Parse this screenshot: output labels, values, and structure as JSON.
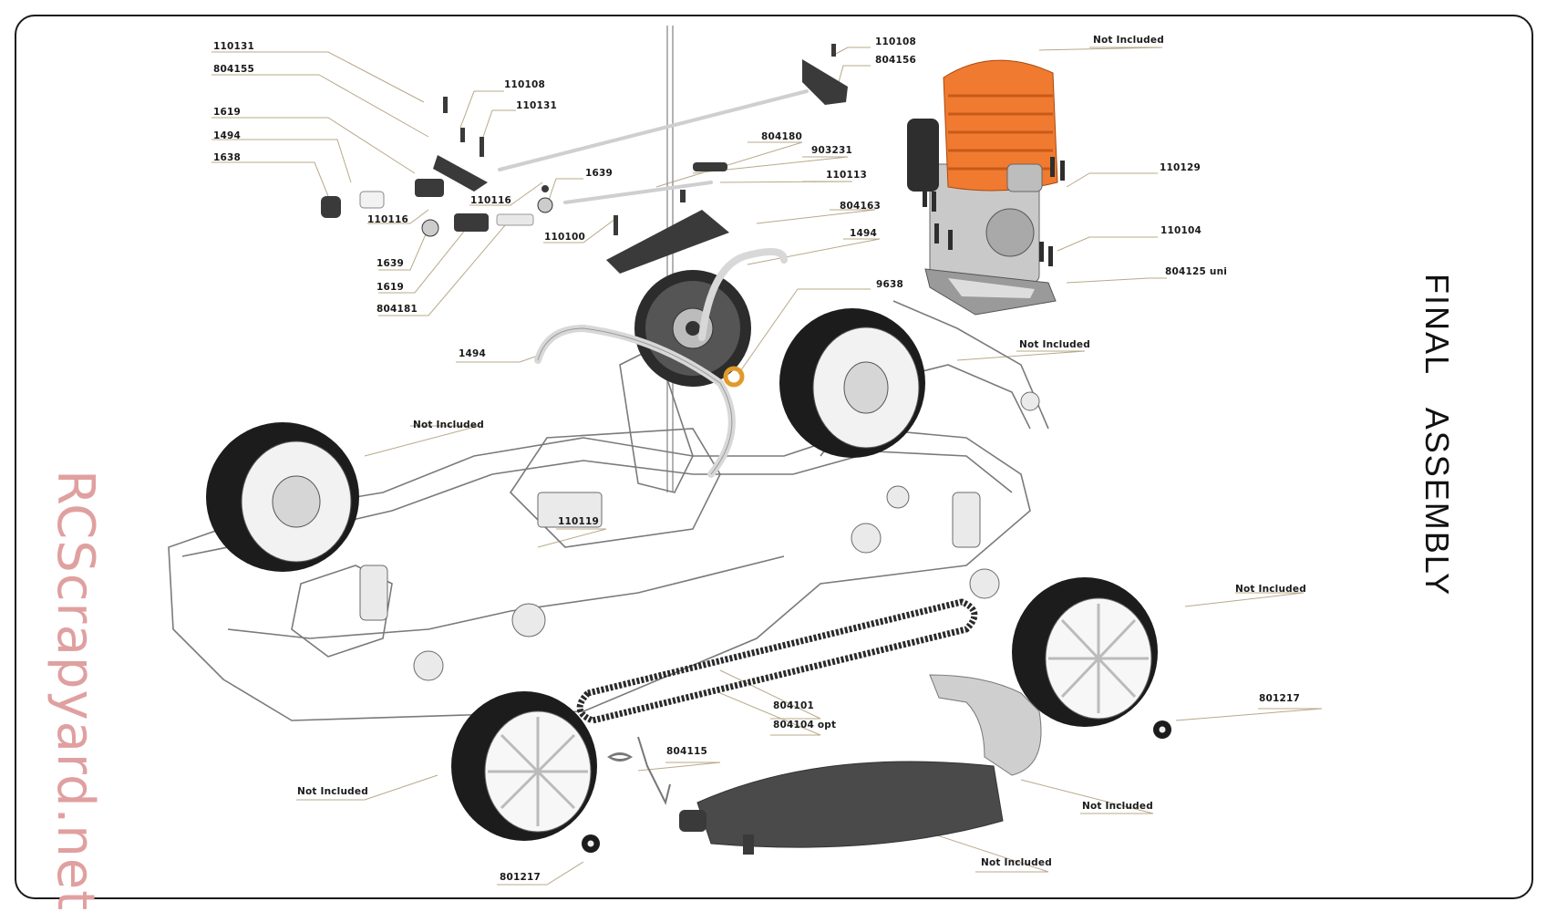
{
  "page": {
    "title": "FINAL ASSEMBLY",
    "watermark": "RCScrapyard.net"
  },
  "labels": {
    "l110131a": "110131",
    "l804155": "804155",
    "l1619a": "1619",
    "l1494a": "1494",
    "l1638": "1638",
    "l110108a": "110108",
    "l110131b": "110131",
    "l110116a": "110116",
    "l110116b": "110116",
    "l1639a": "1639",
    "l1639b": "1639",
    "l1619b": "1619",
    "l804181": "804181",
    "l110100": "110100",
    "l110108b": "110108",
    "l804156": "804156",
    "l804180": "804180",
    "l903231": "903231",
    "l110113": "110113",
    "l804163": "804163",
    "l1494b": "1494",
    "l9638": "9638",
    "l1494c": "1494",
    "lni_engine": "Not Included",
    "l110129": "110129",
    "l110104": "110104",
    "l804125": "804125 uni",
    "lni_fr": "Not Included",
    "lni_rl": "Not Included",
    "l110119": "110119",
    "lni_rr": "Not Included",
    "l801217a": "801217",
    "l804101": "804101",
    "l804104": "804104 opt",
    "l804115": "804115",
    "lni_fl": "Not Included",
    "lni_pipe": "Not Included",
    "lni_pipe2": "Not Included",
    "l801217b": "801217"
  },
  "colors": {
    "frame": "#1a1a1a",
    "engine_head": "#f07a30",
    "parts_dark": "#3a3a3a",
    "leader_line": "#b8a98a",
    "watermark": "#e0a0a0",
    "bearing": "#e09a2a"
  }
}
